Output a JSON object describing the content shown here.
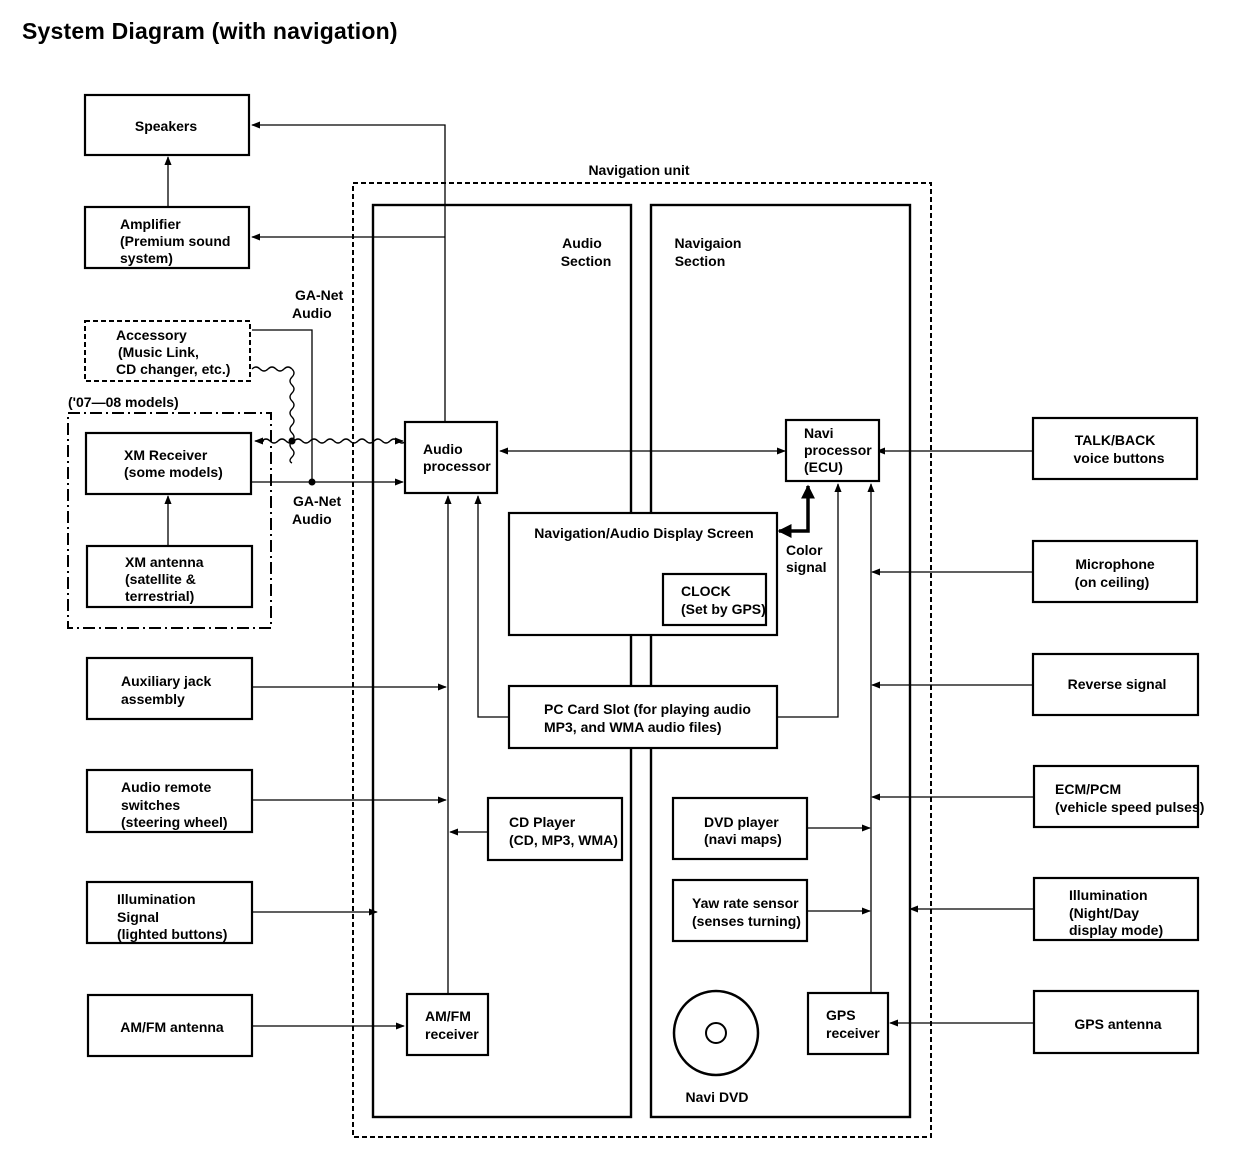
{
  "title": "System Diagram (with navigation)",
  "labels": {
    "navigation_unit": "Navigation unit",
    "audio_section": [
      "Audio",
      "Section"
    ],
    "navigation_section": [
      "Navigaion",
      "Section"
    ],
    "ga_net_audio_top": [
      "GA-Net",
      "Audio"
    ],
    "ga_net_audio_bottom": [
      "GA-Net",
      "Audio"
    ],
    "models_group": "('07—08 models)",
    "color_signal": [
      "Color",
      "signal"
    ],
    "navi_dvd": "Navi DVD"
  },
  "boxes": {
    "speakers": [
      "Speakers"
    ],
    "amplifier": [
      "Amplifier",
      "(Premium sound",
      "system)"
    ],
    "accessory": [
      "Accessory",
      "(Music Link,",
      "CD changer, etc.)"
    ],
    "xm_receiver": [
      "XM Receiver",
      "(some models)"
    ],
    "xm_antenna": [
      "XM antenna",
      "(satellite &",
      "terrestrial)"
    ],
    "aux_jack": [
      "Auxiliary jack",
      "assembly"
    ],
    "audio_remote": [
      "Audio remote",
      "switches",
      "(steering wheel)"
    ],
    "illumination_signal": [
      "Illumination",
      "Signal",
      "(lighted buttons)"
    ],
    "amfm_antenna": [
      "AM/FM antenna"
    ],
    "audio_processor": [
      "Audio",
      "processor"
    ],
    "navi_processor": [
      "Navi",
      "processor",
      "(ECU)"
    ],
    "display_screen": [
      "Navigation/Audio Display Screen"
    ],
    "clock": [
      "CLOCK",
      "(Set by GPS)"
    ],
    "pc_card": [
      "PC Card Slot (for playing audio",
      "MP3, and WMA audio files)"
    ],
    "cd_player": [
      "CD Player",
      "(CD, MP3, WMA)"
    ],
    "dvd_player": [
      "DVD player",
      "(navi maps)"
    ],
    "yaw_sensor": [
      "Yaw rate sensor",
      "(senses turning)"
    ],
    "amfm_receiver": [
      "AM/FM",
      "receiver"
    ],
    "gps_receiver": [
      "GPS",
      "receiver"
    ],
    "talk_back": [
      "TALK/BACK",
      "voice buttons"
    ],
    "microphone": [
      "Microphone",
      "(on ceiling)"
    ],
    "reverse_signal": [
      "Reverse signal"
    ],
    "ecm_pcm": [
      "ECM/PCM",
      "(vehicle speed pulses)"
    ],
    "illumination_mode": [
      "Illumination",
      "(Night/Day",
      "display mode)"
    ],
    "gps_antenna": [
      "GPS antenna"
    ]
  }
}
